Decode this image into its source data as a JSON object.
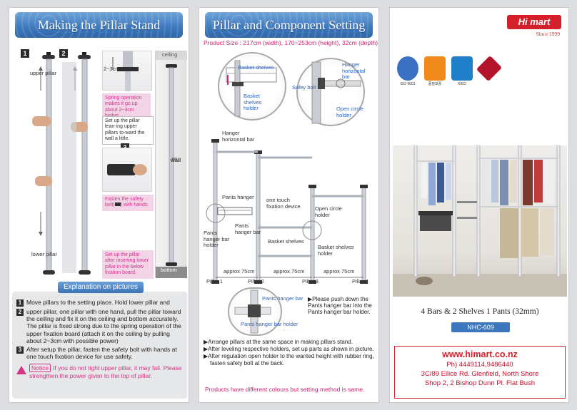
{
  "panel1": {
    "title": "Making the Pillar Stand",
    "step1": "1",
    "step2": "2",
    "step3": "3",
    "upper_pillar": "upper pillar",
    "lower_pillar": "lower pillar",
    "ceiling": "ceiling",
    "gap": "2~3cm",
    "spring_note": "Spring operation makes it go up about 2~3cm higher.",
    "lean_note": "Set up the pillar lean-ing upper pillars to-ward the wall a little.",
    "wall": "wall",
    "safety_note": "Fasten the safety bolt(",
    "safety_note_end": ") with hands.",
    "lower_note": "Set up the pillar after inserting lower pillar in the below fixation board.",
    "bottom": "bottom",
    "explanation_title": "Explanation on pictures",
    "explanations": [
      {
        "num": "1",
        "text": "Move pillars to the setting place. Hold lower pillar and"
      },
      {
        "num": "2",
        "text": "upper pillar, one pillar with one hand, pull the pillar toward the ceiling and fix it on the ceiling and bottom accurately. The pillar is fixed strong due to the spring operation of the upper fixation board (attach it on the ceiling by pulling about 2~3cm with possible power)"
      },
      {
        "num": "3",
        "text": "After setup the pillar, fasten the safety bolt with hands at one touch fixation device for use safety."
      }
    ],
    "notice_tag": "Notice",
    "notice_text": "If you do not tight upper pillar, it may fall. Please strengthen the power given to the top of pillar."
  },
  "panel2": {
    "title": "Pillar and Component Setting",
    "product_size": "Product Size : 217cm (width), 170~253cm (height), 32cm (depth)",
    "labels": {
      "basket_shelves": "Basket shelves",
      "basket_shelves_holder": "Basket shelves holder",
      "hanger_horizontal_bar_top": "Hanger horizontal bar",
      "safey_bolt": "Safey bolt",
      "open_circle_holder_top": "Open circle holder",
      "hanger_horizontal_bar": "Hanger horizontal bar",
      "pants_hanger": "Pants hanger",
      "one_touch": "one touch fixation device",
      "pants_hanger_bar": "Pants hanger bar",
      "open_circle_holder": "Open circle holder",
      "pants_hanger_bar_holder": "Pants hanger bar holder",
      "basket_shelves_2": "Basket shelves",
      "basket_shelves_holder_2": "Basket shelves holder",
      "approx1": "approx 75cm",
      "approx2": "approx 75cm",
      "approx3": "approx 75cm",
      "pillar1": "Pillar 1",
      "pillar2": "Pillar 2",
      "pillar3": "Pillar 3",
      "pillar4": "Pillar 4",
      "detail_bar": "Pants hanger bar",
      "detail_holder": "Pants hanger bar holder"
    },
    "push_note": "Please push down the Pants hanger bar into the Pants hanger bar holder.",
    "bullets": [
      "Arrange pillars at the same space in making pillars stand.",
      "After leveling respective holders, set up parts as shown in picture.",
      "After regulation open holder to the wanted height with rubber ring, fasten safety bolt at the back."
    ],
    "footer": "Products have different colours but setting method is same."
  },
  "panel3": {
    "brand": "Hi mart",
    "since": "Since 1999",
    "certs": [
      "ISO 9001",
      "품질보증",
      "KBCI",
      ""
    ],
    "product_title": "4 Bars & 2 Shelves 1 Pants (32mm)",
    "model": "NHC-609",
    "website": "www.himart.co.nz",
    "phone": "Ph) 4449114,9486440",
    "address1": "3C/89 Ellice Rd. Glenfield, North Shore",
    "address2": "Shop 2, 2 Bishop Dunn Pl. Flat Bush"
  },
  "colors": {
    "banner_blue": "#3f7bc0",
    "accent_pink": "#d0206f",
    "brand_red": "#d4202a",
    "label_blue": "#2a63c4"
  }
}
